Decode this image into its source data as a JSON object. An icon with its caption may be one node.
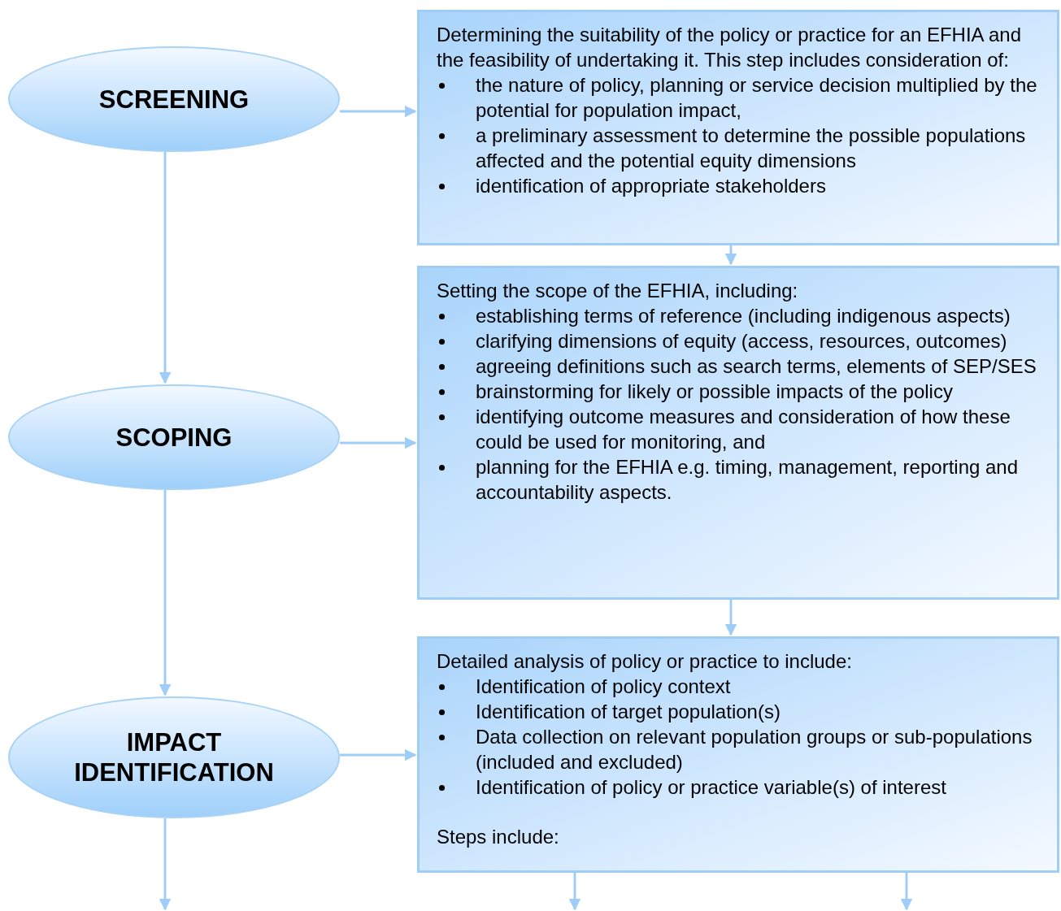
{
  "diagram": {
    "nodes": [
      {
        "text": [
          "SCREENING"
        ]
      },
      {
        "text": [
          "Determining the suitability of the policy or practice for an EFHIA and the feasibility of undertaking it.  This step includes consideration of:",
          "the nature of policy, planning or service decision multiplied by the potential for population impact,",
          "a preliminary assessment to determine the possible populations affected and the potential equity dimensions",
          "identification of appropriate stakeholders"
        ]
      },
      {
        "text": [
          "SCOPING"
        ]
      },
      {
        "text": [
          "Setting the scope of the EFHIA, including:",
          "establishing terms of reference (including indigenous aspects)",
          "clarifying dimensions of equity (access, resources, outcomes)",
          "agreeing definitions such as search terms, elements of SEP/SES",
          "brainstorming for likely or possible impacts of the policy",
          "identifying outcome measures and consideration of how these could be used for monitoring, and",
          "planning for the EFHIA e.g. timing, management, reporting and accountability aspects."
        ]
      },
      {
        "text": [
          "IMPACT IDENTIFICATION"
        ]
      },
      {
        "text": [
          "Detailed analysis of policy or practice to include:",
          "Identification of policy context",
          "Identification of target population(s)",
          "Data collection on relevant population groups or sub-populations (included and excluded)",
          "Identification of policy or practice variable(s) of interest",
          "Steps include:"
        ]
      }
    ],
    "edges": [
      {
        "from": 0,
        "to": 1,
        "arrow": "to"
      },
      {
        "from": 0,
        "to": 2,
        "arrow": "to"
      },
      {
        "from": 1,
        "to": 3,
        "arrow": "to"
      },
      {
        "from": 2,
        "to": 3,
        "arrow": "to"
      },
      {
        "from": 2,
        "to": 4,
        "arrow": "to"
      },
      {
        "from": 3,
        "to": 5,
        "arrow": "to"
      },
      {
        "from": 4,
        "to": 5,
        "arrow": "to"
      },
      {
        "from": 4,
        "to": null,
        "arrow": "to"
      },
      {
        "from": 5,
        "to": null,
        "arrow": "to"
      },
      {
        "from": 5,
        "to": null,
        "arrow": "to"
      }
    ]
  }
}
